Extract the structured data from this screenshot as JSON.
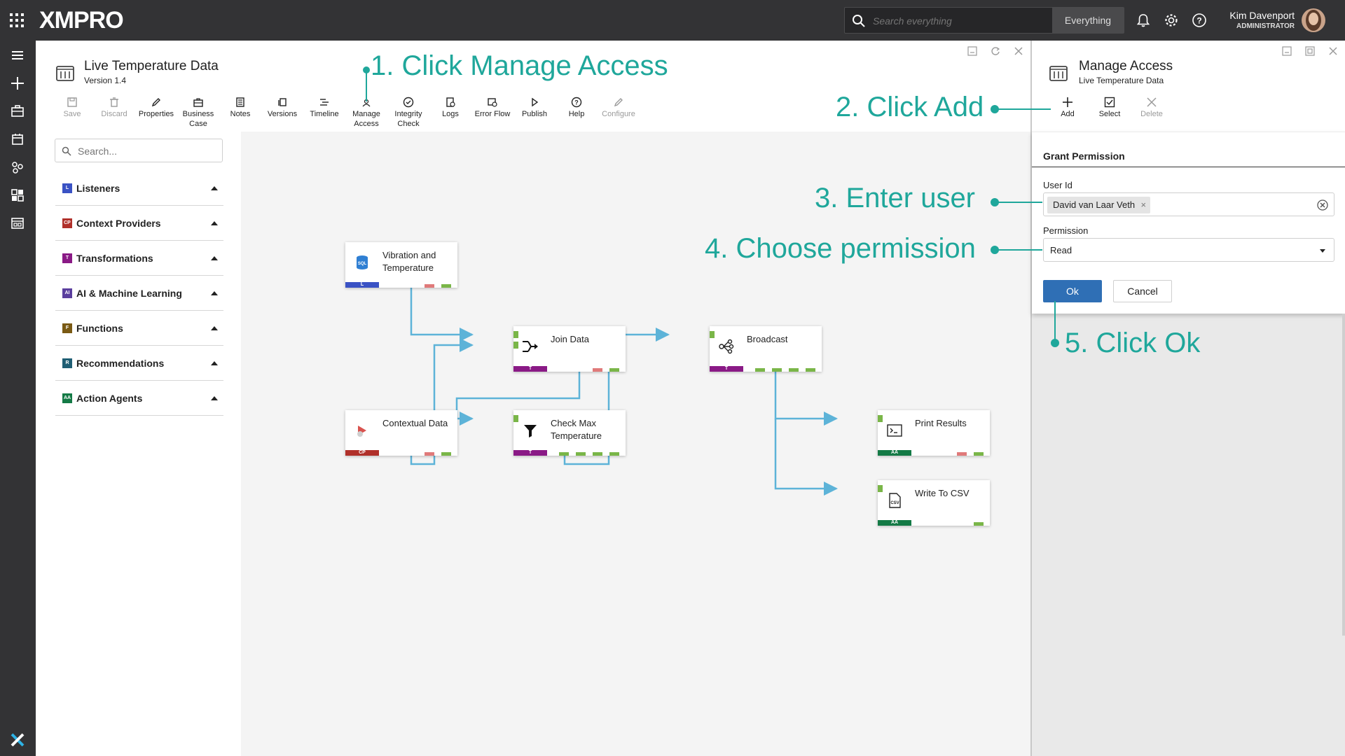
{
  "topbar": {
    "brand": "XMPRO",
    "search_placeholder": "Search everything",
    "search_scope": "Everything",
    "user_name": "Kim Davenport",
    "user_role": "ADMINISTRATOR",
    "colors": {
      "bg": "#333335",
      "scope_bg": "#4a4a4c"
    }
  },
  "page": {
    "title": "Live Temperature Data",
    "version": "Version 1.4"
  },
  "toolbar": {
    "save": "Save",
    "discard": "Discard",
    "properties": "Properties",
    "business_case": "Business\nCase",
    "notes": "Notes",
    "versions": "Versions",
    "timeline": "Timeline",
    "manage_access": "Manage\nAccess",
    "integrity_check": "Integrity\nCheck",
    "logs": "Logs",
    "error_flow": "Error Flow",
    "publish": "Publish",
    "help": "Help",
    "configure": "Configure"
  },
  "toolbox": {
    "search_placeholder": "Search...",
    "categories": [
      {
        "badge": "L",
        "label": "Listeners",
        "color": "#3a52c4"
      },
      {
        "badge": "CP",
        "label": "Context Providers",
        "color": "#b0302a"
      },
      {
        "badge": "T",
        "label": "Transformations",
        "color": "#8a1a86"
      },
      {
        "badge": "AI",
        "label": "AI & Machine Learning",
        "color": "#5b3f9e"
      },
      {
        "badge": "F",
        "label": "Functions",
        "color": "#7a5a14"
      },
      {
        "badge": "R",
        "label": "Recommendations",
        "color": "#1f5e74"
      },
      {
        "badge": "AA",
        "label": "Action Agents",
        "color": "#147a46"
      }
    ]
  },
  "nodes": {
    "vibration": {
      "label": "Vibration and Temperature",
      "badge": "L"
    },
    "contextual": {
      "label": "Contextual Data",
      "badge": "CP"
    },
    "join": {
      "label": "Join Data",
      "badge": "T"
    },
    "checkmax": {
      "label": "Check Max Temperature",
      "badge": "T"
    },
    "broadcast": {
      "label": "Broadcast",
      "badge": "T"
    },
    "print": {
      "label": "Print Results",
      "badge": "AA"
    },
    "csv": {
      "label": "Write To CSV",
      "badge": "AA"
    }
  },
  "drawer": {
    "title": "Manage Access",
    "subtitle": "Live Temperature Data",
    "add": "Add",
    "select": "Select",
    "delete": "Delete",
    "section_title": "Grant Permission",
    "user_id_label": "User Id",
    "user_chip": "David van Laar Veth",
    "permission_label": "Permission",
    "permission_value": "Read",
    "ok": "Ok",
    "cancel": "Cancel"
  },
  "annotations": {
    "step1": "1. Click Manage Access",
    "step2": "2. Click Add",
    "step3": "3. Enter user",
    "step4": "4. Choose permission",
    "step5": "5. Click Ok",
    "color": "#1fa79b"
  },
  "colors": {
    "wire": "#5db3d8",
    "pin_green": "#7ab648",
    "pin_red": "#e07a7a",
    "ok_button": "#2f6fb5"
  }
}
